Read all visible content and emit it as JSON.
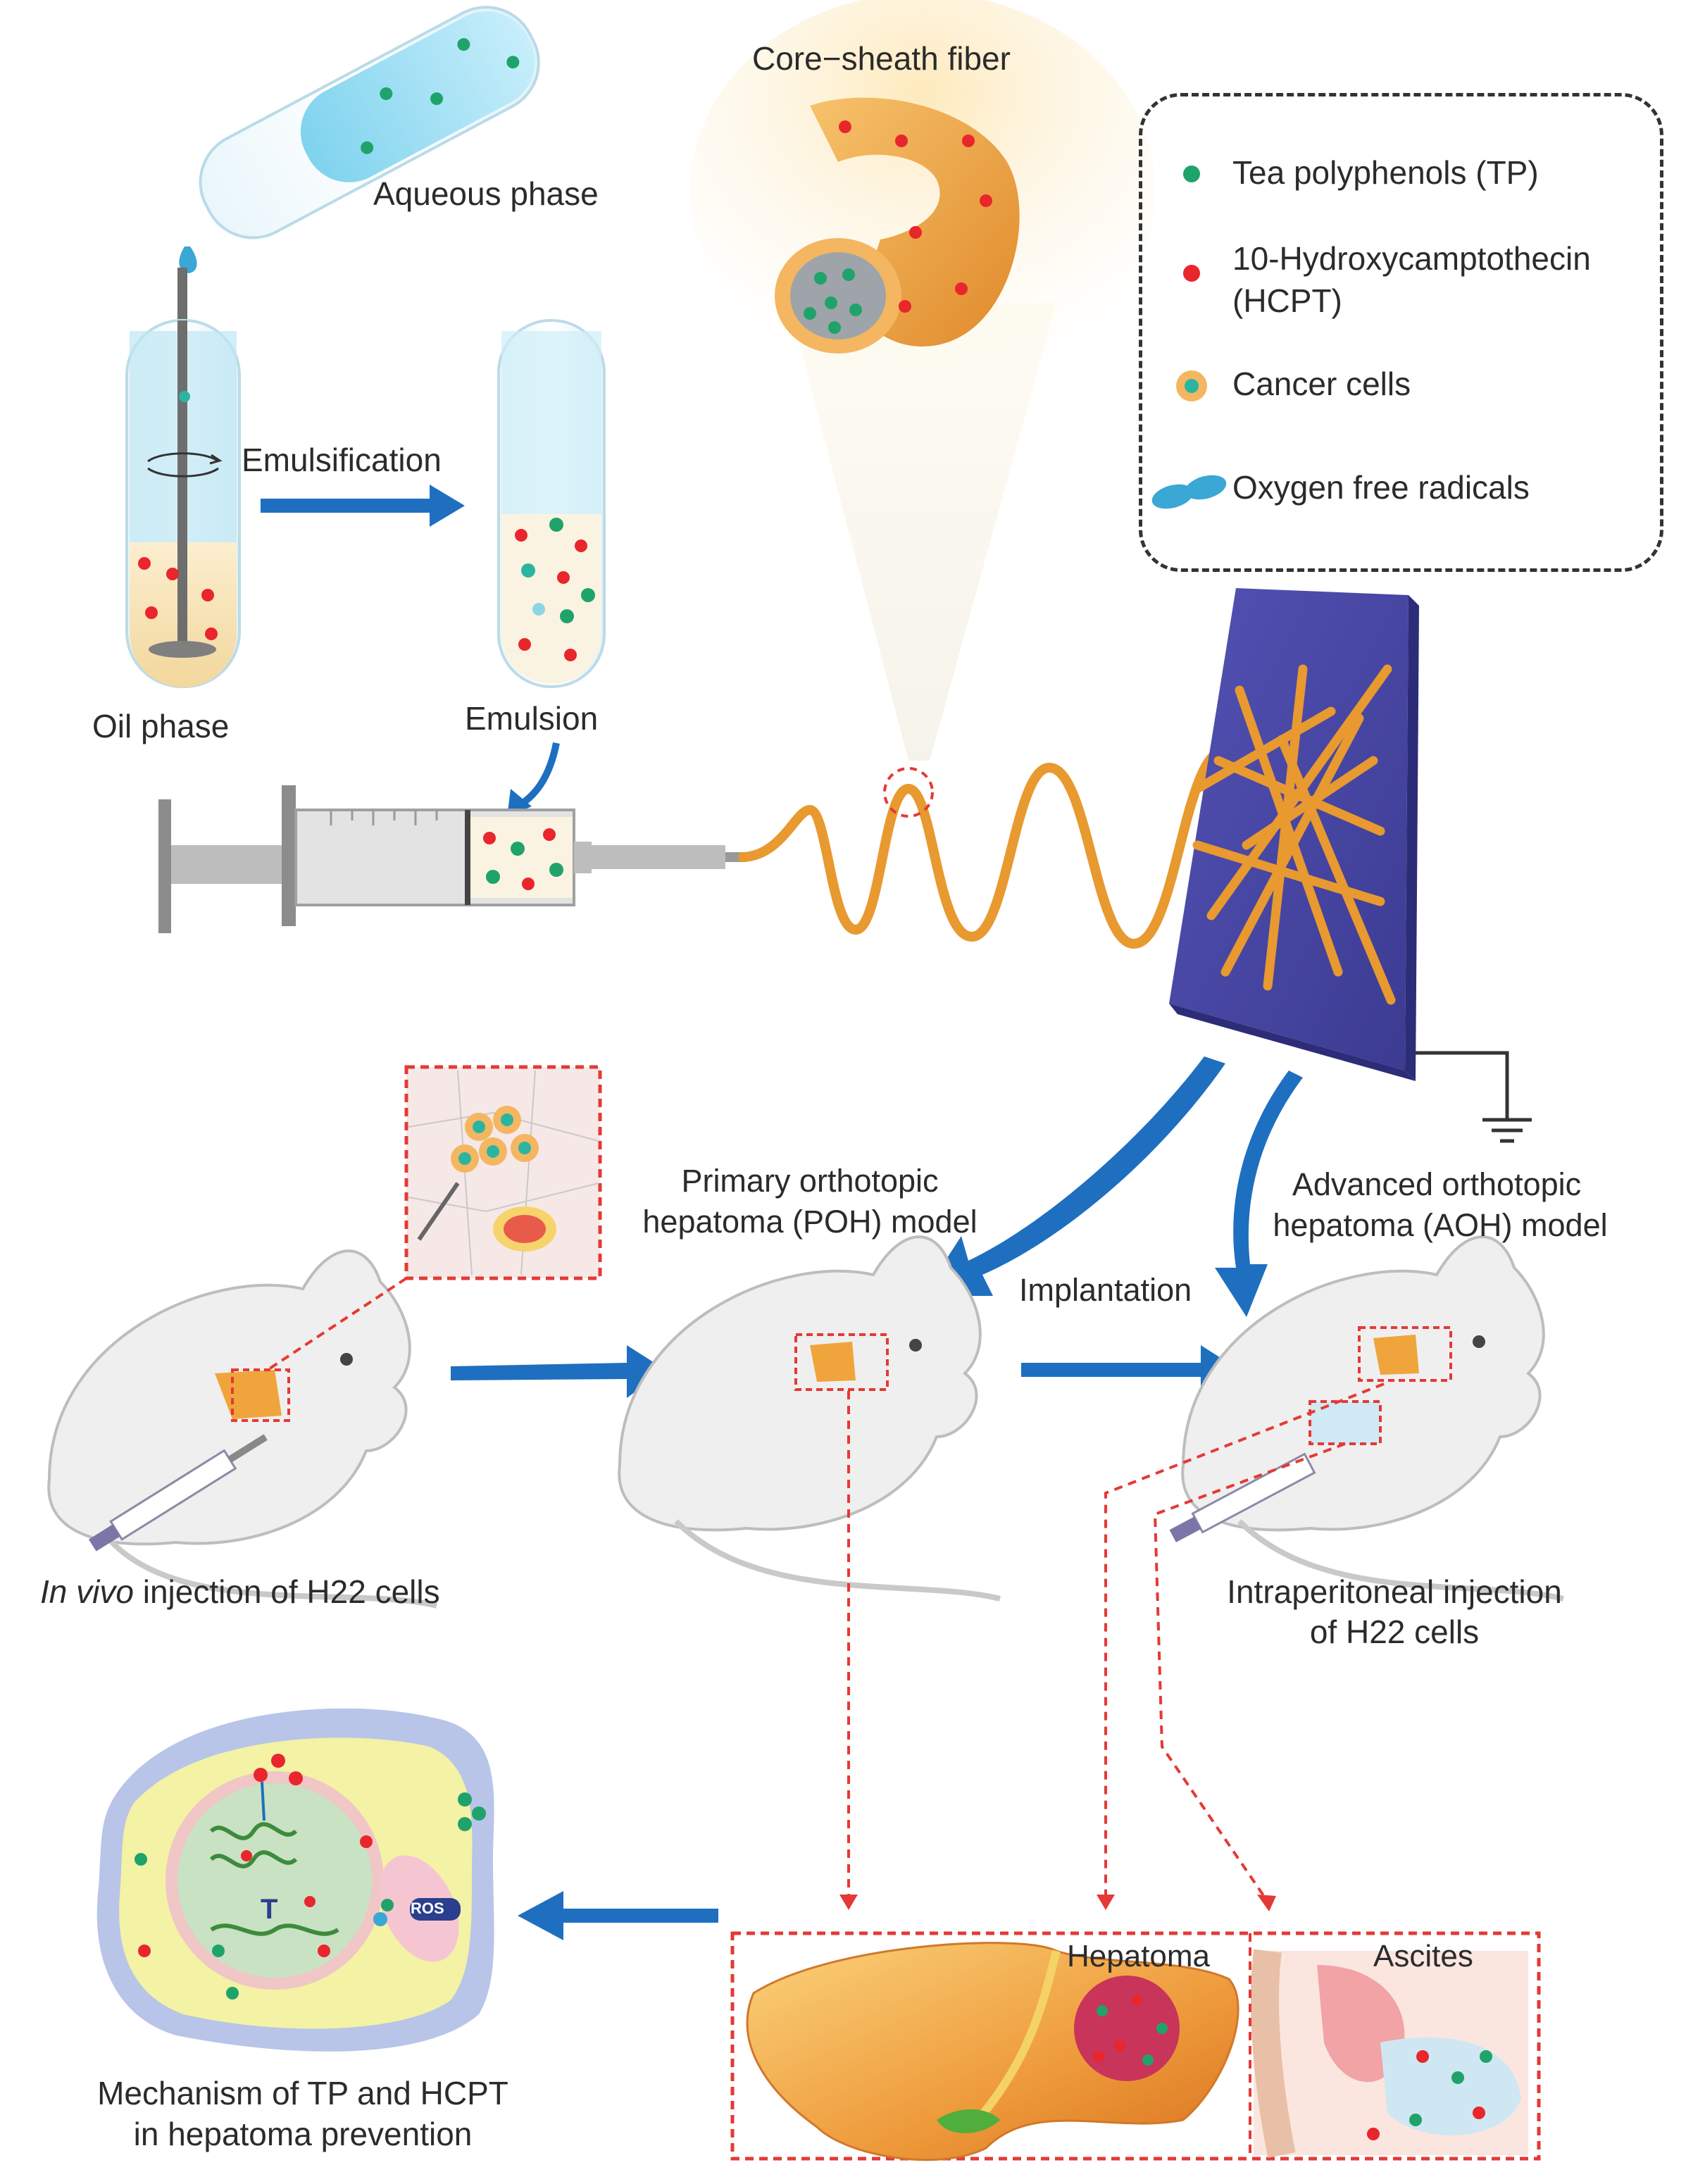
{
  "labels": {
    "aqueous_phase": "Aqueous phase",
    "core_sheath_fiber": "Core−sheath fiber",
    "emulsification": "Emulsification",
    "oil_phase": "Oil phase",
    "emulsion": "Emulsion",
    "poh_line1": "Primary orthotopic",
    "poh_line2": "hepatoma (POH) model",
    "aoh_line1": "Advanced orthotopic",
    "aoh_line2": "hepatoma (AOH) model",
    "implantation": "Implantation",
    "in_vivo_italic": "In vivo",
    "in_vivo_rest": " injection of H22 cells",
    "ip_line1": "Intraperitoneal injection",
    "ip_line2": "of H22 cells",
    "hepatoma": "Hepatoma",
    "ascites": "Ascites",
    "mechanism_line1": "Mechanism of TP and HCPT",
    "mechanism_line2": "in hepatoma prevention",
    "ros": "ROS",
    "t_mark": "T"
  },
  "legend": {
    "items": [
      {
        "text": "Tea polyphenols (TP)",
        "icon": "green-dot-icon"
      },
      {
        "text": "10-Hydroxycamptothecin",
        "text2": "(HCPT)",
        "icon": "red-dot-icon"
      },
      {
        "text": "Cancer cells",
        "icon": "cancer-cell-icon"
      },
      {
        "text": "Oxygen free radicals",
        "icon": "oxygen-radical-icon"
      }
    ]
  },
  "colors": {
    "tp_green": "#1fa36a",
    "hcpt_red": "#e8262c",
    "arrow_blue": "#1e6fc0",
    "fiber_orange": "#f0a53c",
    "collector_purple": "#4b4aa6",
    "dash_red": "#e53935"
  }
}
